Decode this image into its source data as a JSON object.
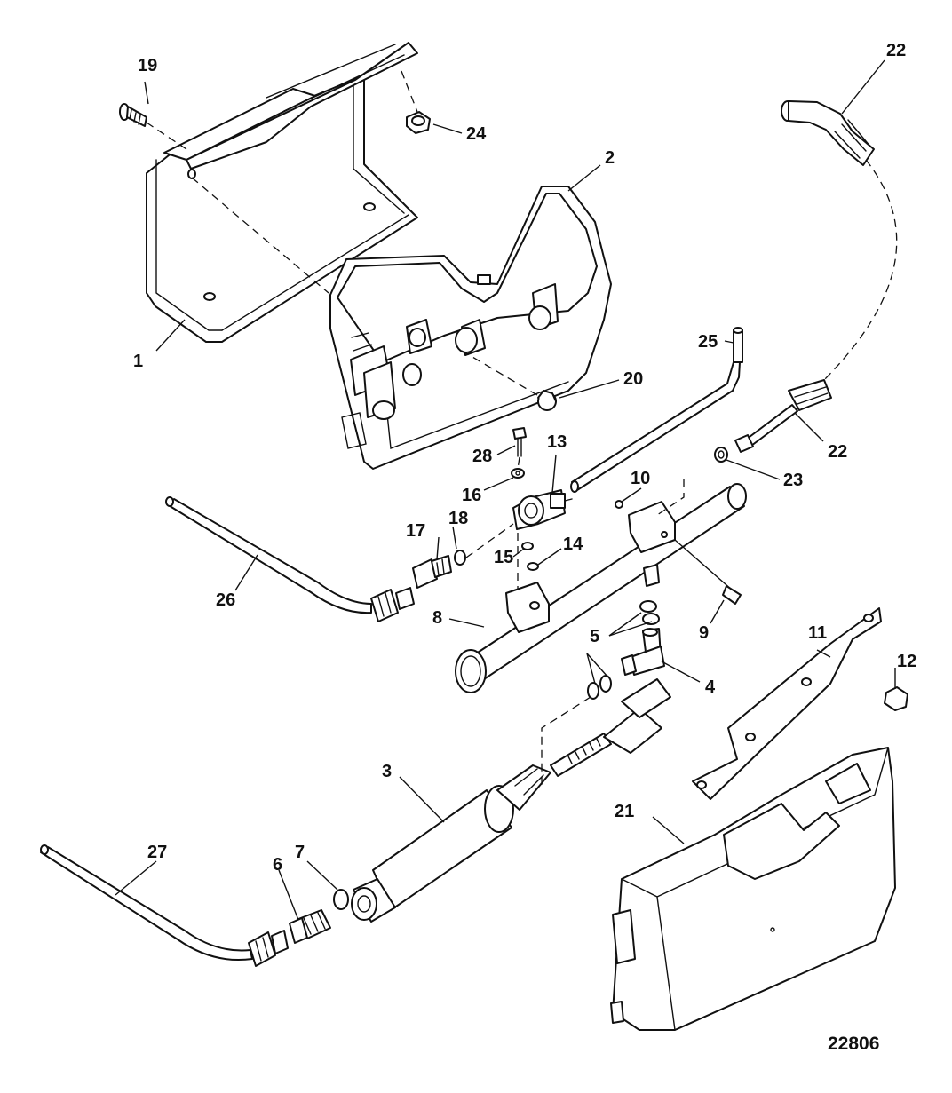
{
  "figure_number": "22806",
  "callouts": {
    "c1": "1",
    "c2": "2",
    "c3": "3",
    "c4": "4",
    "c5a": "5",
    "c6": "6",
    "c7": "7",
    "c8": "8",
    "c9": "9",
    "c10": "10",
    "c11": "11",
    "c12": "12",
    "c13": "13",
    "c14": "14",
    "c15": "15",
    "c16": "16",
    "c17": "17",
    "c18": "18",
    "c19": "19",
    "c20": "20",
    "c21": "21",
    "c22a": "22",
    "c22b": "22",
    "c23": "23",
    "c24": "24",
    "c25": "25",
    "c26": "26",
    "c27": "27",
    "c28": "28"
  }
}
